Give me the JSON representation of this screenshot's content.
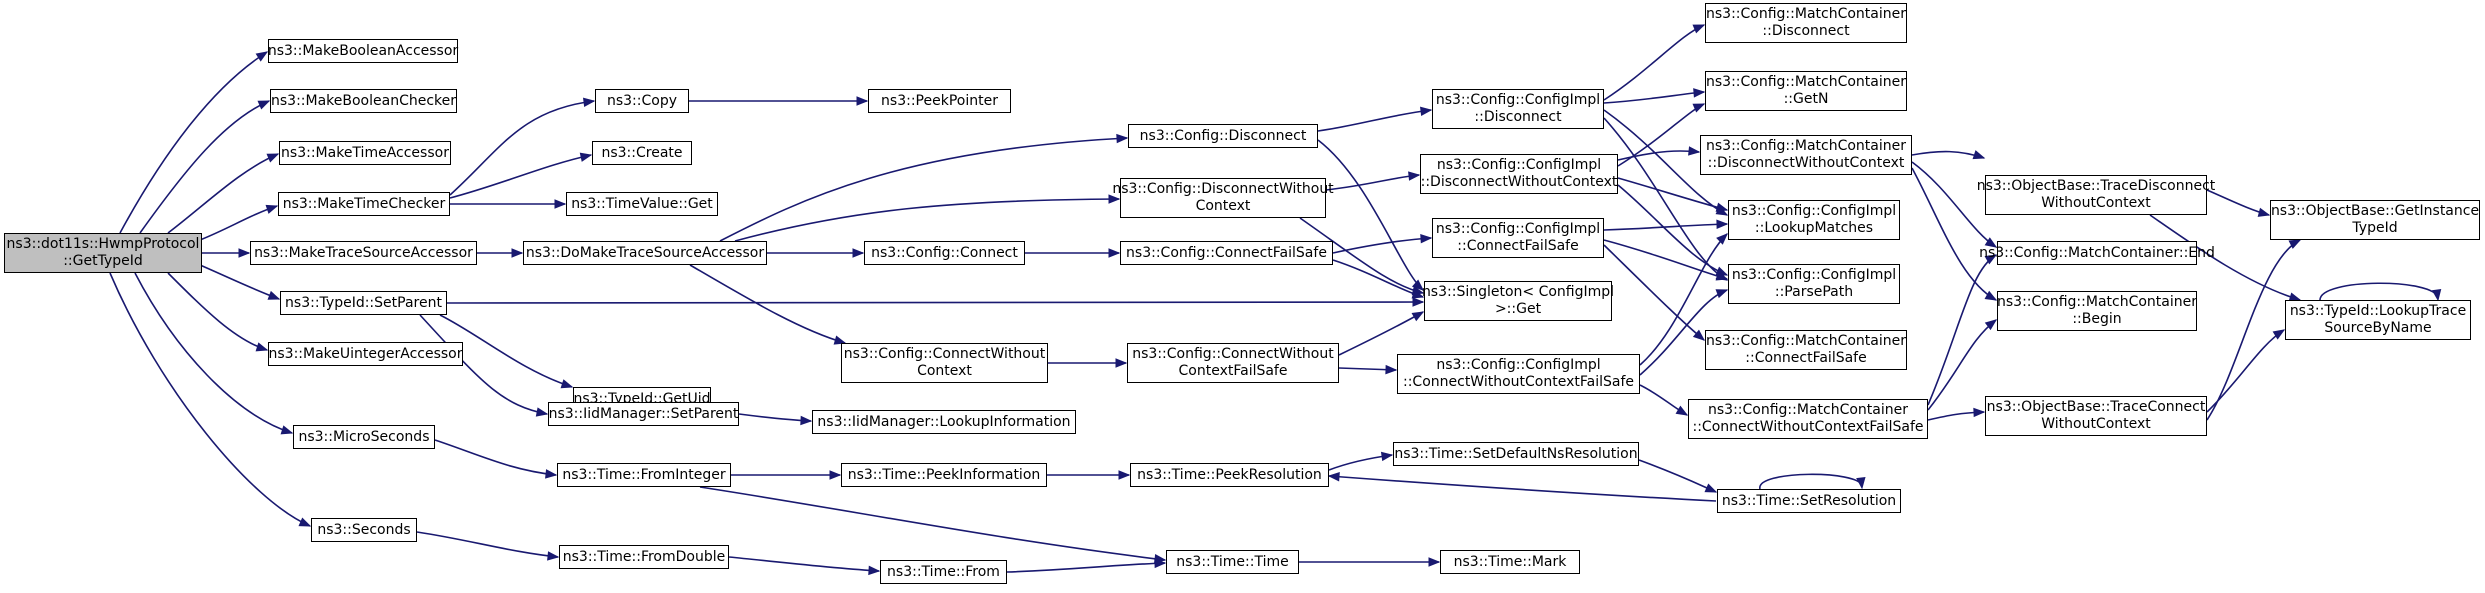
{
  "nodes": {
    "root": [
      "ns3::dot11s::HwmpProtocol",
      "::GetTypeId"
    ],
    "makeBoolAcc": [
      "ns3::MakeBooleanAccessor"
    ],
    "makeBoolChk": [
      "ns3::MakeBooleanChecker"
    ],
    "makeTimeAcc": [
      "ns3::MakeTimeAccessor"
    ],
    "makeTimeChk": [
      "ns3::MakeTimeChecker"
    ],
    "makeTraceSrcAcc": [
      "ns3::MakeTraceSourceAccessor"
    ],
    "typeIdSetParent": [
      "ns3::TypeId::SetParent"
    ],
    "makeUintAcc": [
      "ns3::MakeUintegerAccessor"
    ],
    "microSeconds": [
      "ns3::MicroSeconds"
    ],
    "seconds": [
      "ns3::Seconds"
    ],
    "copy": [
      "ns3::Copy"
    ],
    "create": [
      "ns3::Create"
    ],
    "timeValueGet": [
      "ns3::TimeValue::Get"
    ],
    "doMakeTSA": [
      "ns3::DoMakeTraceSourceAccessor"
    ],
    "typeIdGetUid": [
      "ns3::TypeId::GetUid"
    ],
    "iidSetParent": [
      "ns3::IidManager::SetParent"
    ],
    "timeFromInteger": [
      "ns3::Time::FromInteger"
    ],
    "timeFromDouble": [
      "ns3::Time::FromDouble"
    ],
    "peekPointer": [
      "ns3::PeekPointer"
    ],
    "cfgDisconnect": [
      "ns3::Config::Disconnect"
    ],
    "cfgDisconnectWC": [
      "ns3::Config::DisconnectWithout",
      "Context"
    ],
    "cfgConnect": [
      "ns3::Config::Connect"
    ],
    "cfgConnectWC": [
      "ns3::Config::ConnectWithout",
      "Context"
    ],
    "iidLookupInfo": [
      "ns3::IidManager::LookupInformation"
    ],
    "timePeekInfo": [
      "ns3::Time::PeekInformation"
    ],
    "timeFrom": [
      "ns3::Time::From"
    ],
    "cfgConnectFS": [
      "ns3::Config::ConnectFailSafe"
    ],
    "cfgConnectWCFS": [
      "ns3::Config::ConnectWithout",
      "ContextFailSafe"
    ],
    "timePeekRes": [
      "ns3::Time::PeekResolution"
    ],
    "timeTime": [
      "ns3::Time::Time"
    ],
    "implDisconnect": [
      "ns3::Config::ConfigImpl",
      "::Disconnect"
    ],
    "implDisconnectWC": [
      "ns3::Config::ConfigImpl",
      "::DisconnectWithoutContext"
    ],
    "implConnectFS": [
      "ns3::Config::ConfigImpl",
      "::ConnectFailSafe"
    ],
    "singletonGet": [
      "ns3::Singleton< ConfigImpl",
      " >::Get"
    ],
    "implConnectWCFS": [
      "ns3::Config::ConfigImpl",
      "::ConnectWithoutContextFailSafe"
    ],
    "setDefaultNsRes": [
      "ns3::Time::SetDefaultNsResolution"
    ],
    "timeMark": [
      "ns3::Time::Mark"
    ],
    "mcDisconnect": [
      "ns3::Config::MatchContainer",
      "::Disconnect"
    ],
    "mcGetN": [
      "ns3::Config::MatchContainer",
      "::GetN"
    ],
    "mcDisconnectWC": [
      "ns3::Config::MatchContainer",
      "::DisconnectWithoutContext"
    ],
    "implLookupMatches": [
      "ns3::Config::ConfigImpl",
      "::LookupMatches"
    ],
    "implParsePath": [
      "ns3::Config::ConfigImpl",
      "::ParsePath"
    ],
    "mcConnectFS": [
      "ns3::Config::MatchContainer",
      "::ConnectFailSafe"
    ],
    "mcConnectWCFS": [
      "ns3::Config::MatchContainer",
      "::ConnectWithoutContextFailSafe"
    ],
    "timeSetRes": [
      "ns3::Time::SetResolution"
    ],
    "obTraceDisconnectWC": [
      "ns3::ObjectBase::TraceDisconnect",
      "WithoutContext"
    ],
    "mcEnd": [
      "ns3::Config::MatchContainer::End"
    ],
    "mcBegin": [
      "ns3::Config::MatchContainer",
      "::Begin"
    ],
    "obTraceConnectWC": [
      "ns3::ObjectBase::TraceConnect",
      "WithoutContext"
    ],
    "obGetInstanceTypeId": [
      "ns3::ObjectBase::GetInstance",
      "TypeId"
    ],
    "typeIdLookupTSBN": [
      "ns3::TypeId::LookupTrace",
      "SourceByName"
    ]
  }
}
